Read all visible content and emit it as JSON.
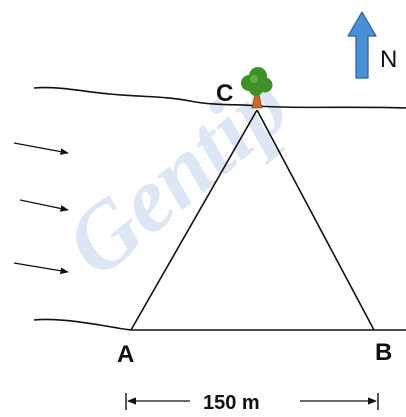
{
  "watermark": {
    "text": "Gentip",
    "color": "#d9e4f5"
  },
  "points": {
    "a_label": "A",
    "b_label": "B",
    "c_label": "C"
  },
  "north": {
    "label": "N",
    "arrow_color": "#4a90d9",
    "arrow_stroke": "#2e5f99",
    "icon": "north-arrow-icon"
  },
  "dimension": {
    "label": "150 m"
  },
  "tree": {
    "icon": "tree-icon",
    "foliage_color": "#3f8f2a",
    "trunk_color": "#c96a2c"
  },
  "river": {
    "flow_arrow_count": 3,
    "flow_icon": "flow-arrow-icon"
  }
}
